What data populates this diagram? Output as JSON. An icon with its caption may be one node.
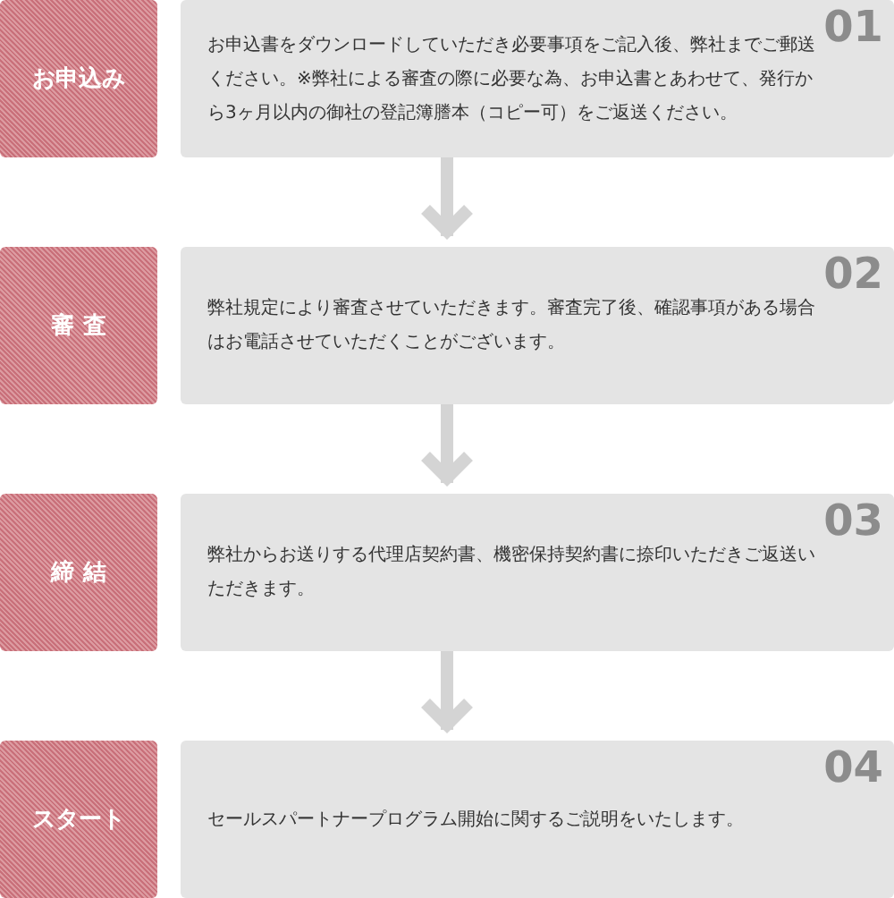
{
  "diagram": {
    "nodes": [
      {
        "text": [
          "お申込み"
        ]
      },
      {
        "text": [
          "お申込書をダウンロードしていただき必要事項をご記入後、弊社までご郵送ください。※弊社による審査の際に必要な為、お申込書とあわせて、発行から3ヶ月以内の御社の登記簿謄本（コピー可）をご返送ください。",
          "01"
        ]
      },
      {
        "text": [
          "審 査"
        ]
      },
      {
        "text": [
          "弊社規定により審査させていただきます。審査完了後、確認事項がある場合はお電話させていただくことがございます。",
          "02"
        ]
      },
      {
        "text": [
          "締 結"
        ]
      },
      {
        "text": [
          "弊社からお送りする代理店契約書、機密保持契約書に捺印いただきご返送いただきます。",
          "03"
        ]
      },
      {
        "text": [
          "スタート"
        ]
      },
      {
        "text": [
          "セールスパートナープログラム開始に関するご説明をいたします。",
          "04"
        ]
      }
    ],
    "edges": [
      {
        "from": 1,
        "to": 3,
        "arrow": "to"
      },
      {
        "from": 3,
        "to": 5,
        "arrow": "to"
      },
      {
        "from": 5,
        "to": 7,
        "arrow": "to"
      }
    ]
  }
}
